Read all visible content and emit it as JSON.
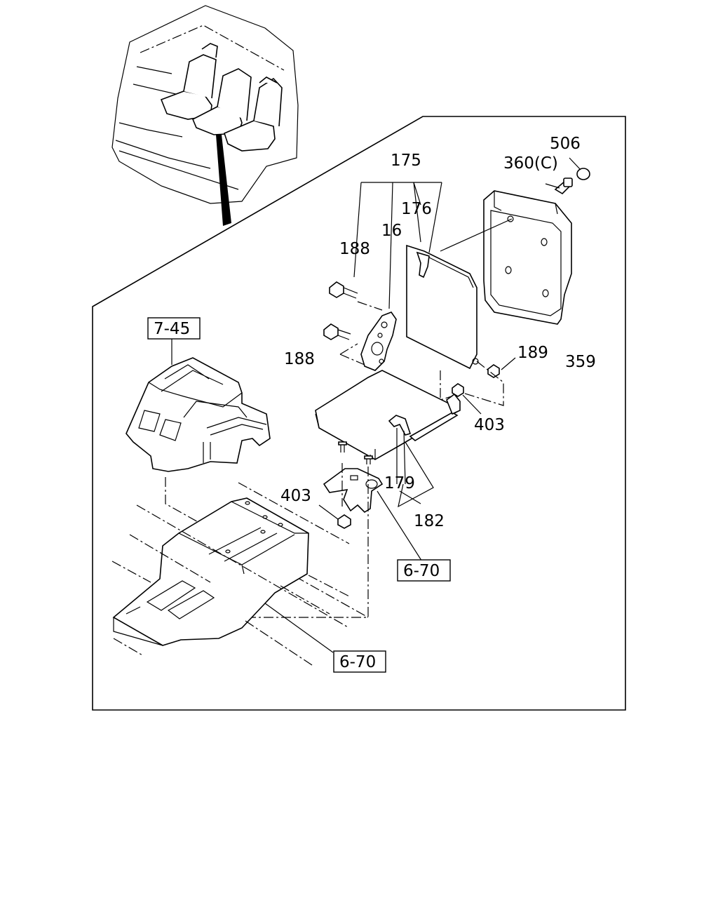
{
  "diagram": {
    "part_labels": {
      "p175": "175",
      "p176": "176",
      "p16": "16",
      "p188a": "188",
      "p188b": "188",
      "p506": "506",
      "p360c": "360(C)",
      "p189": "189",
      "p359": "359",
      "p403a": "403",
      "p403b": "403",
      "p179": "179",
      "p182": "182"
    },
    "references": {
      "r745": "7-45",
      "r670a": "6-70",
      "r670b": "6-70"
    }
  }
}
